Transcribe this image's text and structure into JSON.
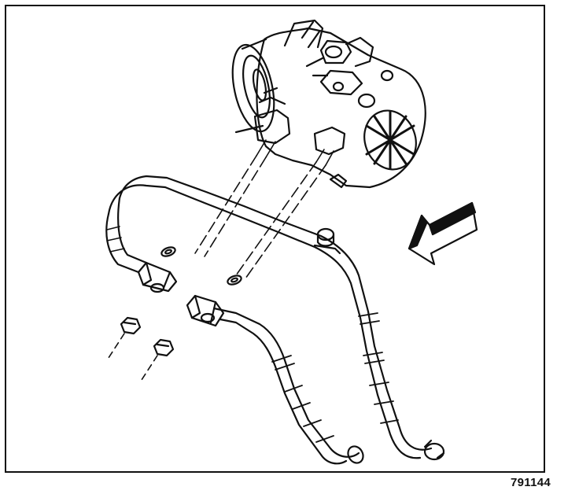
{
  "figure": {
    "number": "791144",
    "colors": {
      "ink": "#111111",
      "paper": "#ffffff"
    },
    "parts": [
      "ac-compressor",
      "compressor-clutch-pulley",
      "compressor-manifold-block",
      "mounting-studs",
      "suction-discharge-hose-assembly",
      "manifold-fitting",
      "manifold-seal-washers",
      "retaining-nuts",
      "front-direction-arrow"
    ]
  }
}
